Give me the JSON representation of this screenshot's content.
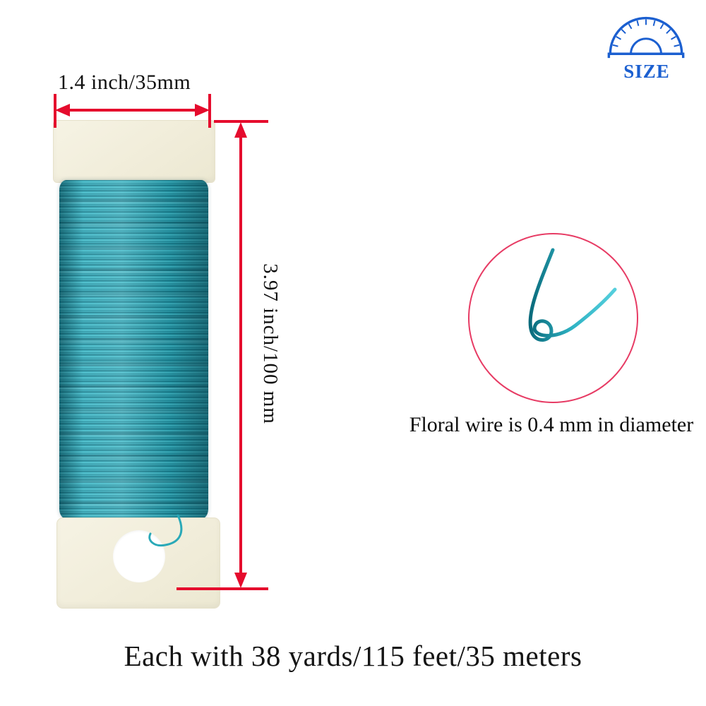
{
  "size_badge": {
    "label": "SIZE",
    "icon": "protractor",
    "color": "#1b5fd0"
  },
  "spool": {
    "width_label": "1.4 inch/35mm",
    "height_label": "3.97 inch/100 mm",
    "wire_color": "#2aa9b8",
    "flange_color": "#f3efdc",
    "dimension_color": "#e50b2d"
  },
  "detail": {
    "caption": "Floral wire is 0.4 mm in diameter",
    "circle_color": "#e73b64",
    "icon": "magnified-wire"
  },
  "footer": {
    "text": "Each with 38 yards/115 feet/35 meters"
  }
}
